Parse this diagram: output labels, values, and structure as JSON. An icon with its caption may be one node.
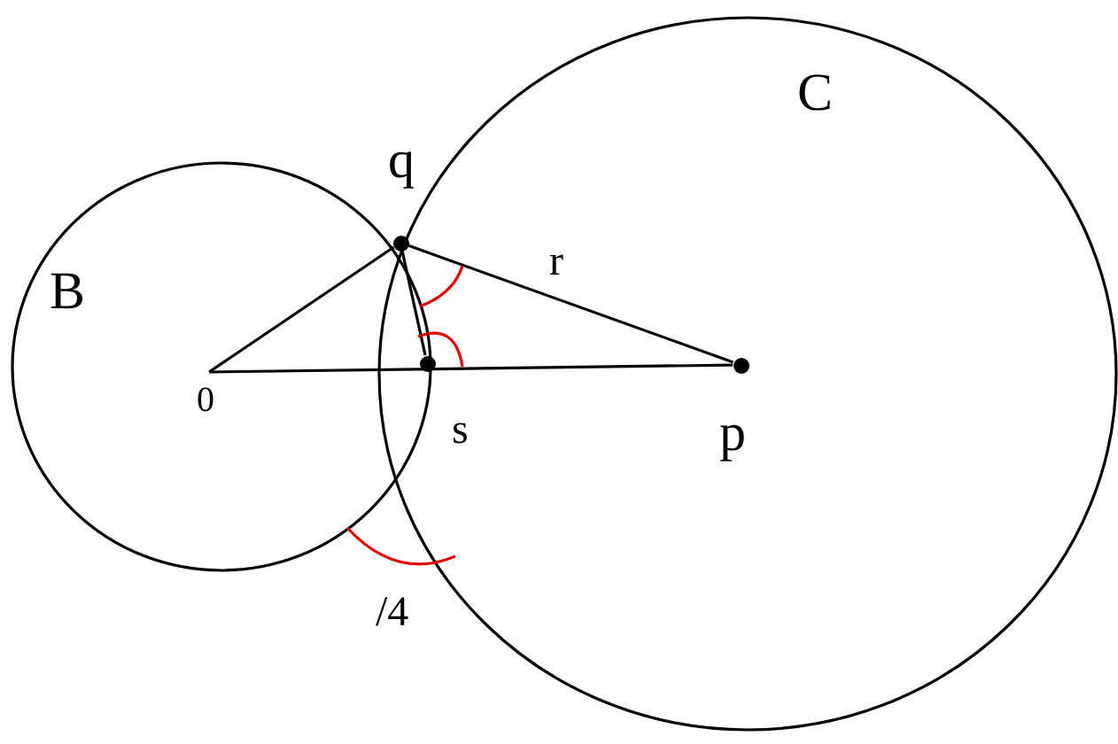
{
  "diagram": {
    "nodes": [
      {
        "text": [
          "q"
        ]
      },
      {
        "text": [
          "0"
        ]
      },
      {
        "text": [
          "s"
        ]
      },
      {
        "text": [
          "p"
        ]
      }
    ],
    "edges": [
      {
        "from": 1,
        "to": 0,
        "arrow": "none"
      },
      {
        "from": 1,
        "to": 3,
        "arrow": "none"
      },
      {
        "from": 0,
        "to": 3,
        "arrow": "none",
        "label": "r"
      },
      {
        "from": 0,
        "to": 2,
        "arrow": "none"
      }
    ],
    "labels": [
      "C",
      "B",
      "/4"
    ]
  }
}
